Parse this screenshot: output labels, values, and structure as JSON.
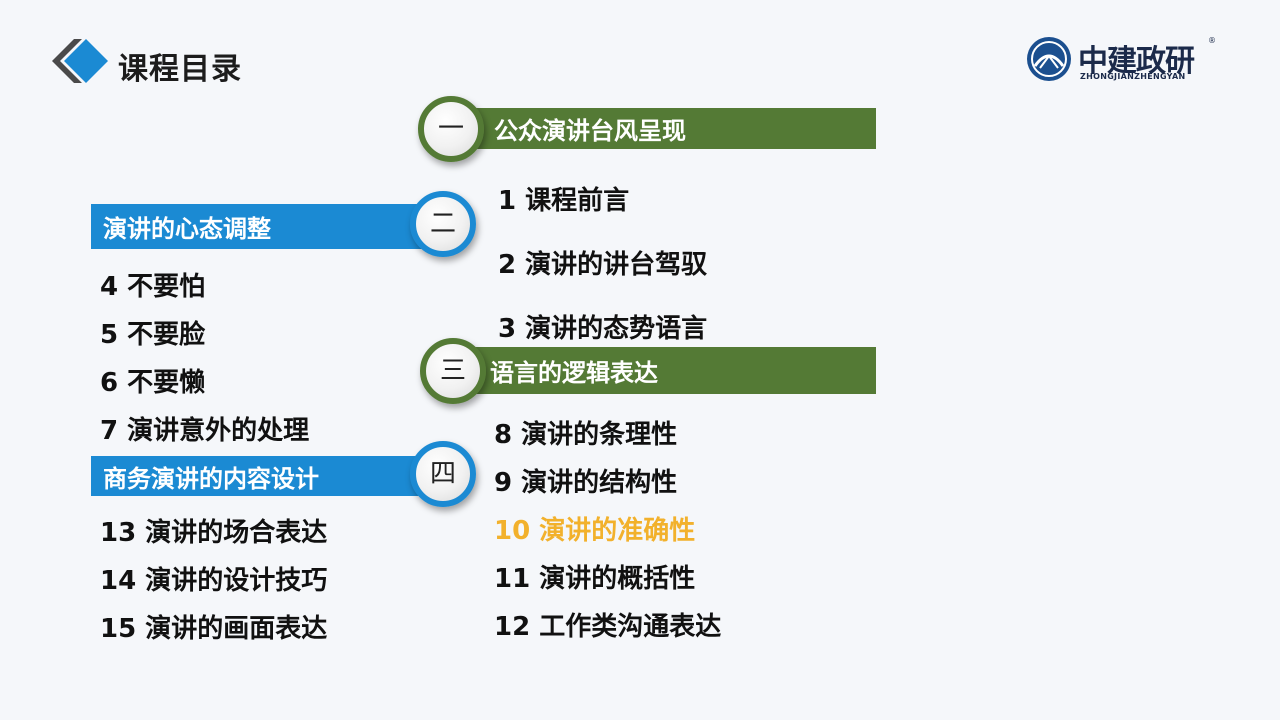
{
  "header": {
    "title": "课程目录",
    "brand_name": "中建政研",
    "brand_sub": "ZHONGJIANZHENGYAN",
    "brand_reg": "®"
  },
  "colors": {
    "green": "#547a35",
    "blue": "#1b8ad3",
    "highlight": "#f2b12c",
    "text": "#111111"
  },
  "sections": [
    {
      "number": "一",
      "title": "公众演讲台风呈现",
      "color": "green",
      "items": [
        "1 课程前言",
        "2 演讲的讲台驾驭",
        "3 演讲的态势语言"
      ]
    },
    {
      "number": "二",
      "title": "演讲的心态调整",
      "color": "blue",
      "items": [
        "4 不要怕",
        "5 不要脸",
        "6 不要懒",
        "7 演讲意外的处理"
      ]
    },
    {
      "number": "三",
      "title": "语言的逻辑表达",
      "color": "green",
      "items": [
        "8 演讲的条理性",
        "9 演讲的结构性",
        "10 演讲的准确性",
        "11 演讲的概括性",
        "12 工作类沟通表达"
      ],
      "highlighted_item": "10 演讲的准确性"
    },
    {
      "number": "四",
      "title": "商务演讲的内容设计",
      "color": "blue",
      "items": [
        "13 演讲的场合表达",
        "14 演讲的设计技巧",
        "15 演讲的画面表达"
      ]
    }
  ]
}
